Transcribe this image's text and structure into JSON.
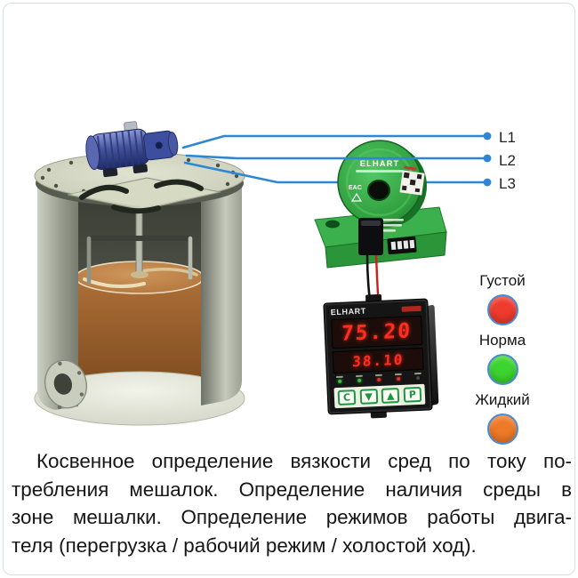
{
  "power_lines": {
    "labels": [
      "L1",
      "L2",
      "L3"
    ],
    "color": "#2e86d6"
  },
  "transformer": {
    "brand": "ELHART",
    "cert_mark": "EAC",
    "body_color": "#2f9e3e"
  },
  "meter": {
    "brand": "ELHART",
    "display_top": "75.20",
    "display_bottom": "38.10",
    "digit_color": "#ff2d1e",
    "buttons": [
      "C",
      "▼",
      "▲",
      "P"
    ]
  },
  "indicators": {
    "ring_color": "#4a8ad8",
    "items": [
      {
        "label": "Густой",
        "color": "#ee3b2e"
      },
      {
        "label": "Норма",
        "color": "#3cd42e"
      },
      {
        "label": "Жидкий",
        "color": "#ee7a28"
      }
    ]
  },
  "caption": {
    "lines": [
      "Косвенное определение вязкости сред по току по-",
      "требления мешалок. Определение наличия среды в",
      "зоне мешалки. Определение режимов работы двига-",
      "теля (перегрузка / рабочий режим / холостой ход)."
    ]
  }
}
